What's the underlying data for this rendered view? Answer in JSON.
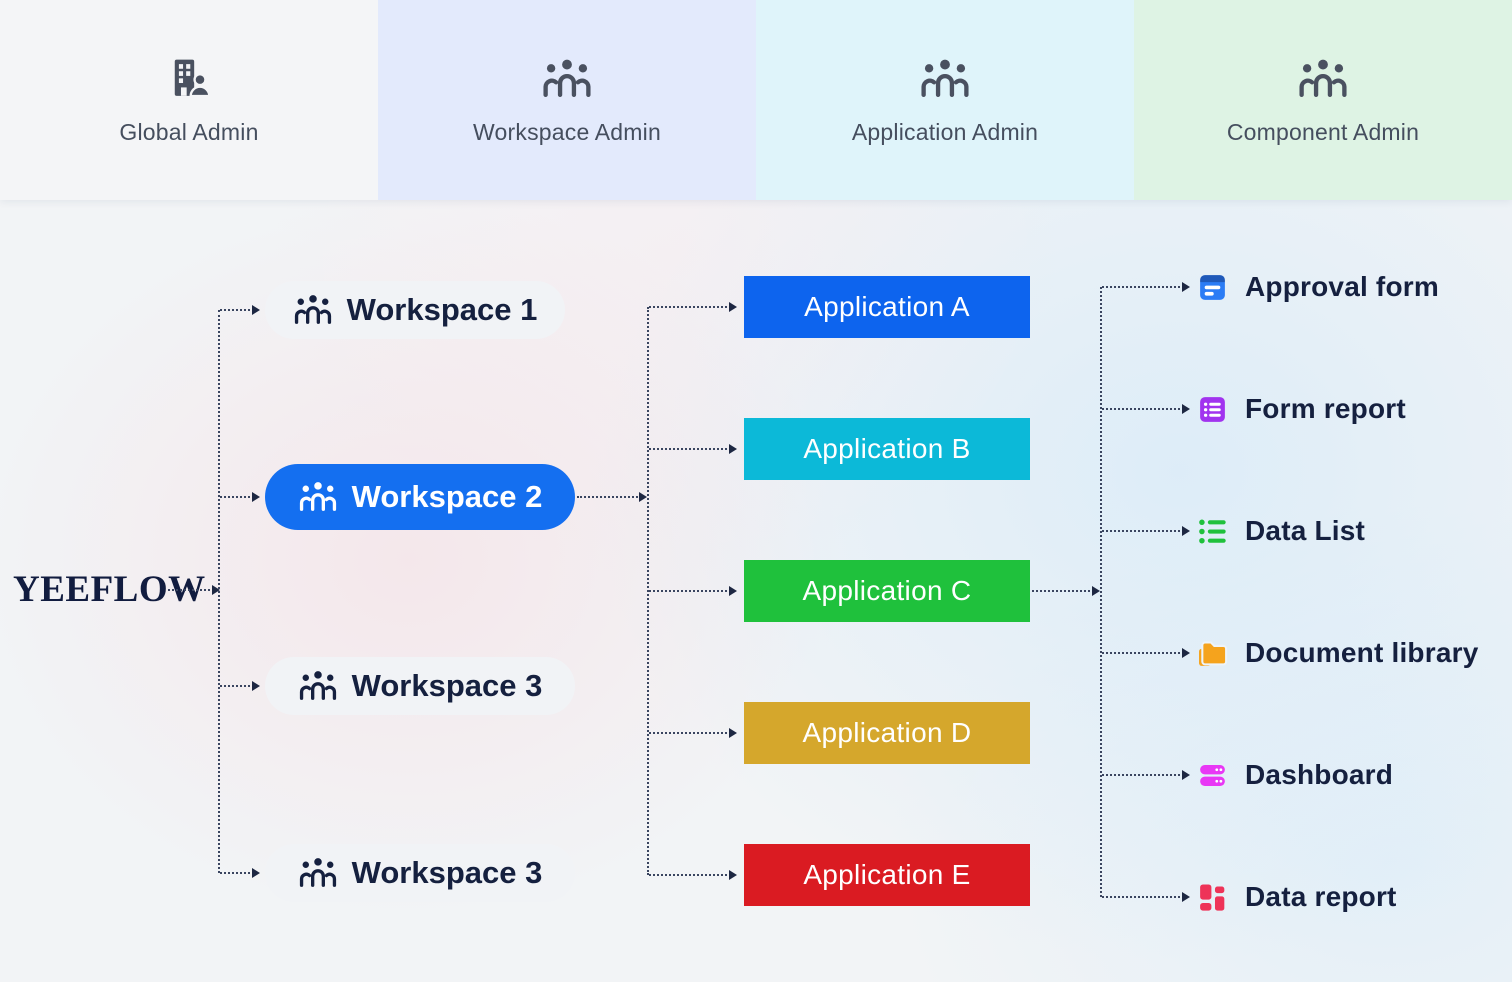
{
  "header": {
    "roles": [
      {
        "label": "Global Admin",
        "icon": "building-user-icon",
        "bg": "#f4f5f7"
      },
      {
        "label": "Workspace Admin",
        "icon": "people-group-icon",
        "bg": "#e3eafc"
      },
      {
        "label": "Application Admin",
        "icon": "people-group-icon",
        "bg": "#dff4fa"
      },
      {
        "label": "Component Admin",
        "icon": "people-group-icon",
        "bg": "#def3e4"
      }
    ]
  },
  "brand": {
    "name": "YEEFLOW",
    "color": "#111c3f"
  },
  "diagram": {
    "workspaces": [
      {
        "label": "Workspace 1",
        "active": false
      },
      {
        "label": "Workspace 2",
        "active": true
      },
      {
        "label": "Workspace 3",
        "active": false
      },
      {
        "label": "Workspace 3",
        "active": false
      }
    ],
    "applications": [
      {
        "label": "Application A",
        "color": "#0d64ee"
      },
      {
        "label": "Application B",
        "color": "#0cb9d8"
      },
      {
        "label": "Application C",
        "color": "#1fc13c"
      },
      {
        "label": "Application D",
        "color": "#d5a72c"
      },
      {
        "label": "Application E",
        "color": "#da1b22"
      }
    ],
    "components": [
      {
        "label": "Approval form",
        "icon": "approval-form-icon",
        "color": "#2b7cf5"
      },
      {
        "label": "Form report",
        "icon": "form-report-icon",
        "color": "#a133ef"
      },
      {
        "label": "Data List",
        "icon": "data-list-icon",
        "color": "#1fc13c"
      },
      {
        "label": "Document library",
        "icon": "document-library-icon",
        "color": "#f5a31d"
      },
      {
        "label": "Dashboard",
        "icon": "dashboard-icon",
        "color": "#e838f5"
      },
      {
        "label": "Data report",
        "icon": "data-report-icon",
        "color": "#ee3358"
      }
    ]
  },
  "accents": {
    "workspace_active_bg": "#146ff0",
    "workspace_inactive_bg": "#f1f3f6",
    "connector_color": "#3a4560"
  }
}
